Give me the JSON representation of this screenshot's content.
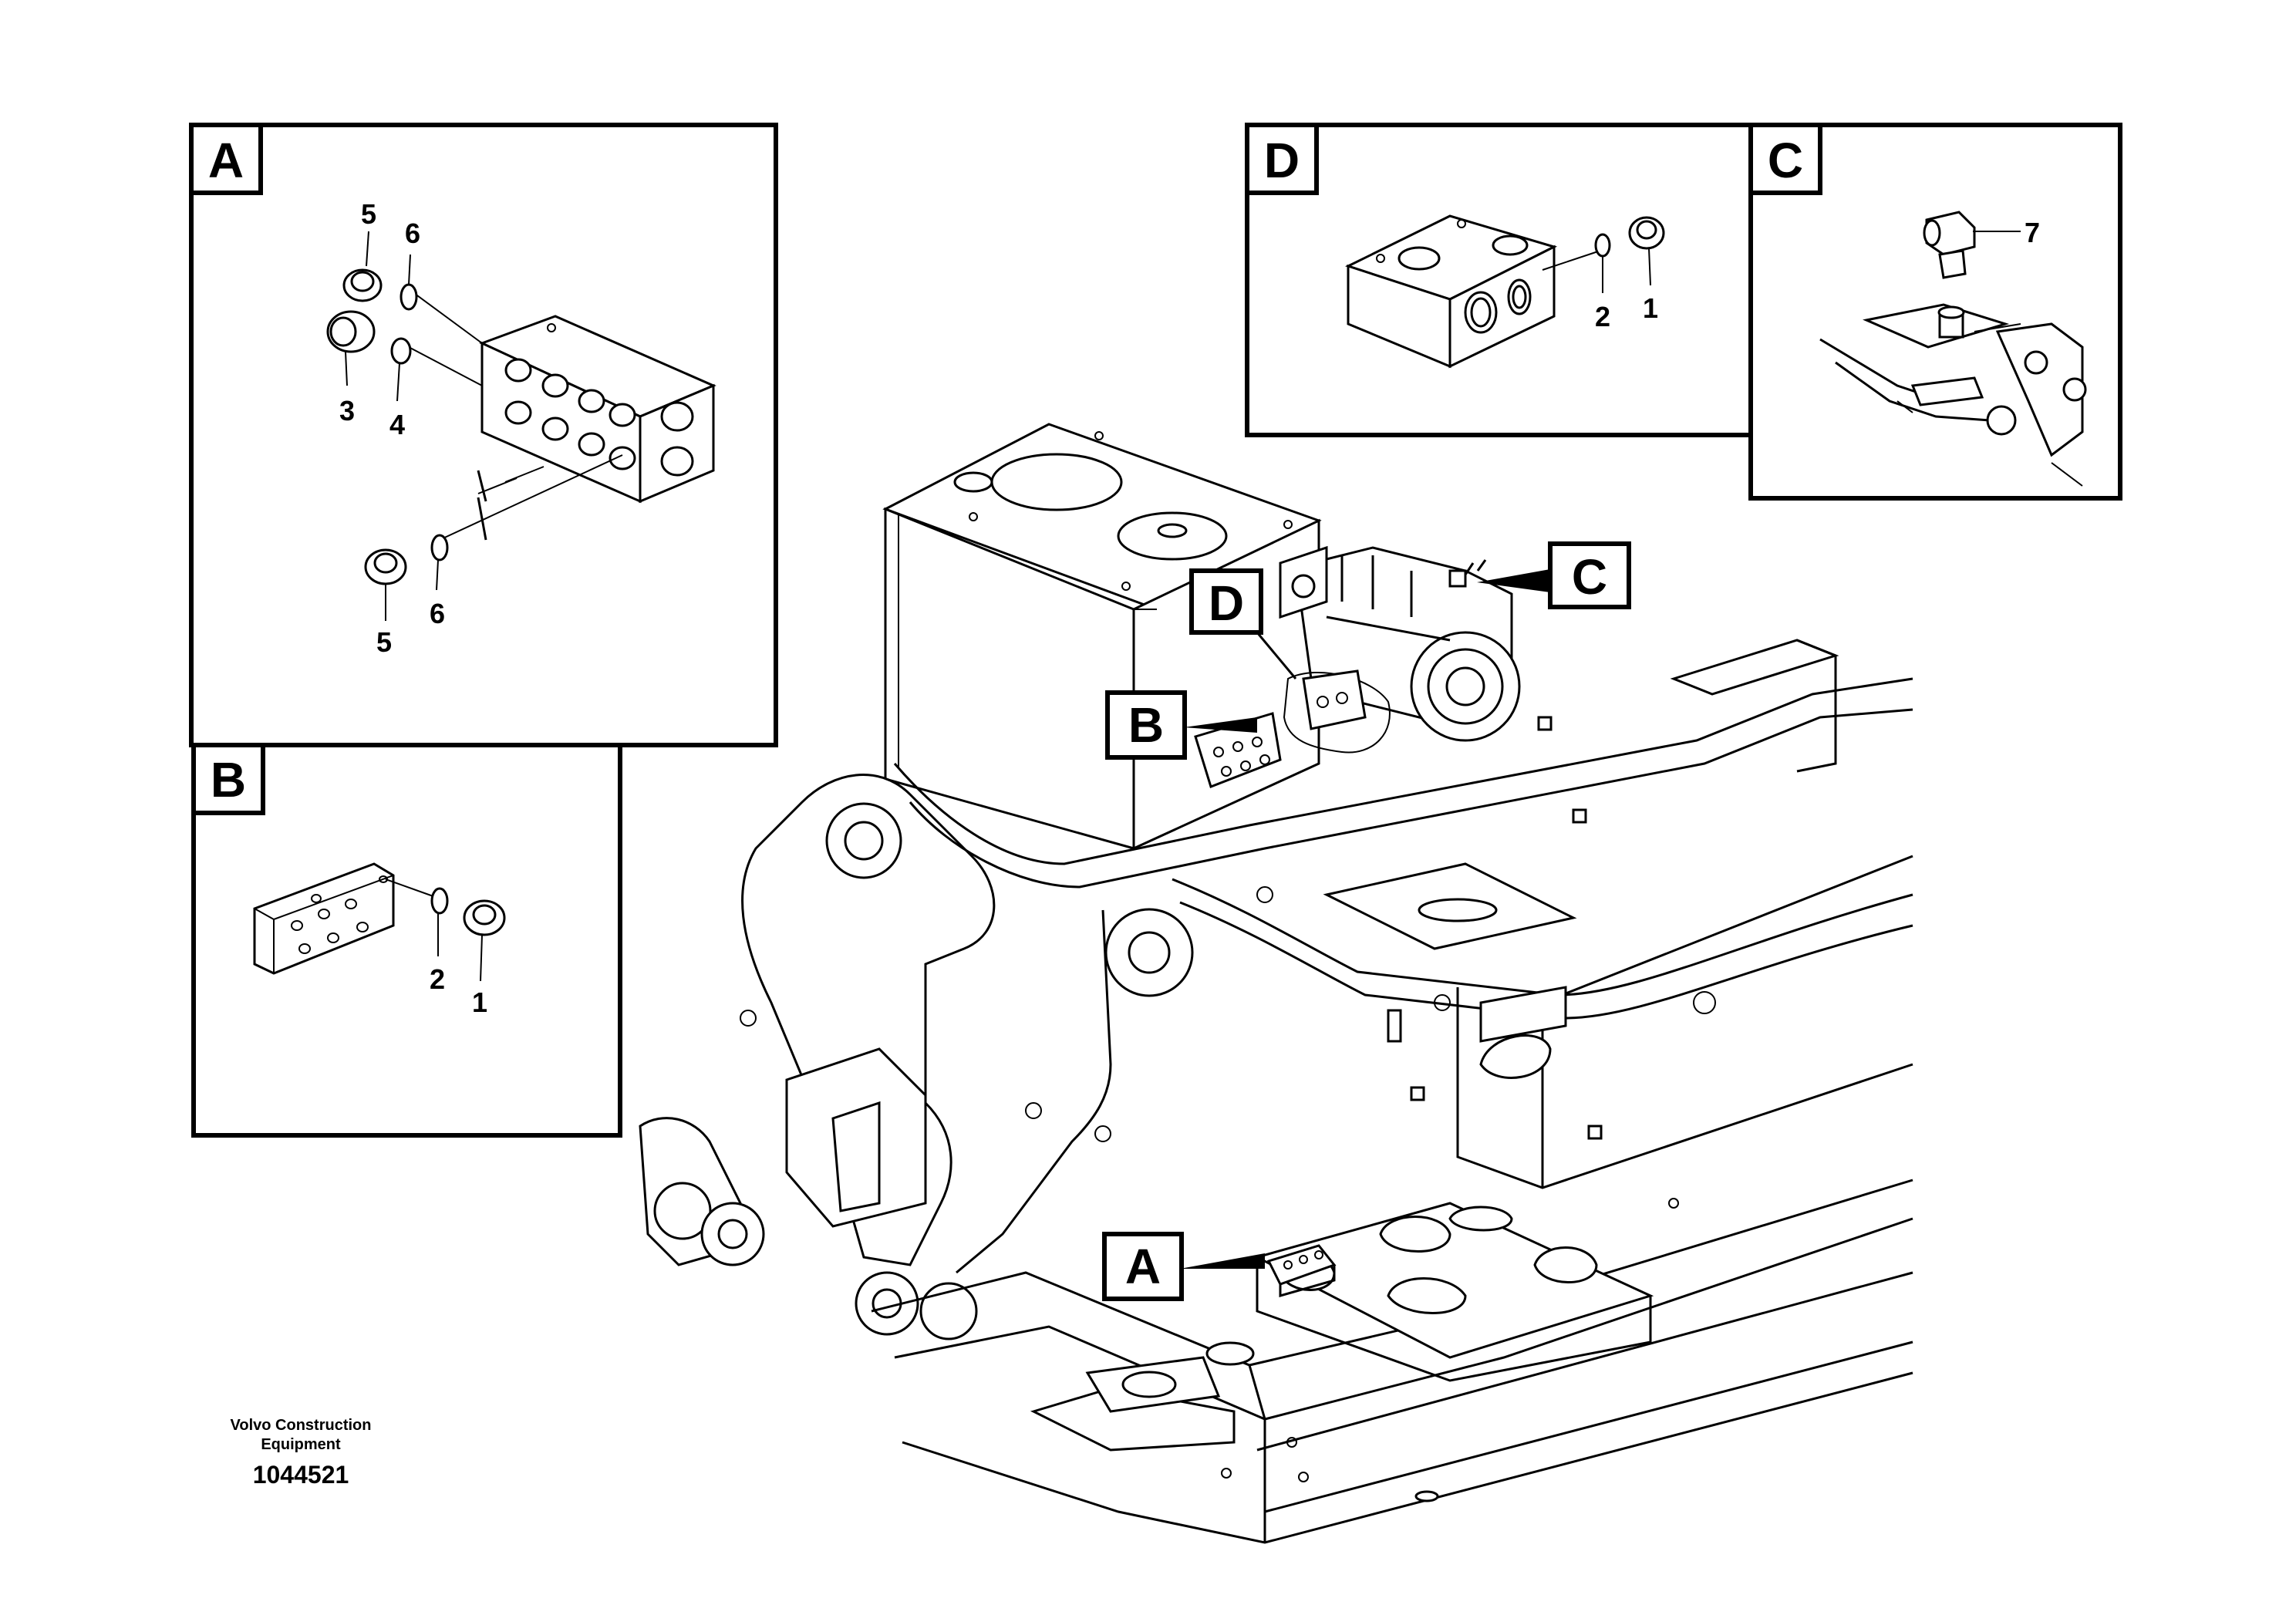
{
  "insets": {
    "A": {
      "letter": "A",
      "labels": [
        "5",
        "6",
        "3",
        "4",
        "5",
        "6"
      ]
    },
    "B": {
      "letter": "B",
      "labels": [
        "2",
        "1"
      ]
    },
    "C": {
      "letter": "C",
      "labels": [
        "7"
      ]
    },
    "D": {
      "letter": "D",
      "labels": [
        "2",
        "1"
      ]
    }
  },
  "callouts": {
    "A": "A",
    "B": "B",
    "C": "C",
    "D": "D"
  },
  "footer": {
    "manufacturer_line1": "Volvo Construction",
    "manufacturer_line2": "Equipment",
    "drawing_number": "1044521"
  }
}
